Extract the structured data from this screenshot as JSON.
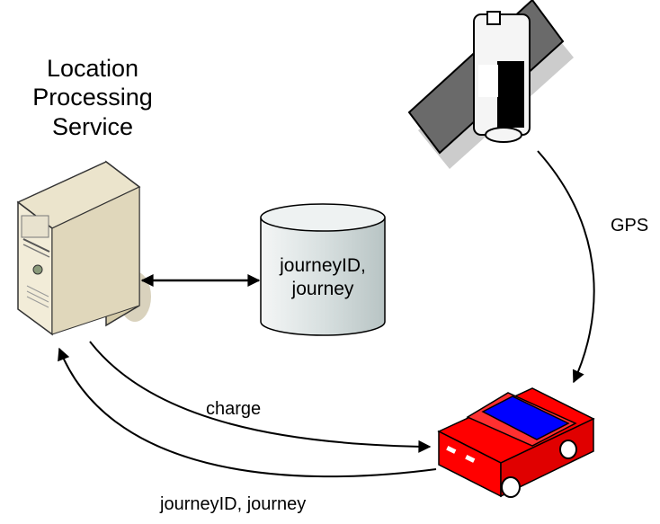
{
  "diagram": {
    "service": {
      "title_lines": [
        "Location",
        "Processing",
        "Service"
      ]
    },
    "database": {
      "label_lines": [
        "journeyID,",
        "journey"
      ]
    },
    "edges": {
      "gps": "GPS",
      "charge": "charge",
      "journey": "journeyID, journey"
    }
  },
  "colors": {
    "server_body": "#f2ecd8",
    "server_side": "#d4caa8",
    "db_fill": "#d8e0e0",
    "car_body": "#ff0000",
    "car_window": "#0000ff",
    "satellite_panel": "#606060"
  },
  "icons": [
    "server-icon",
    "database-icon",
    "satellite-icon",
    "car-icon"
  ]
}
